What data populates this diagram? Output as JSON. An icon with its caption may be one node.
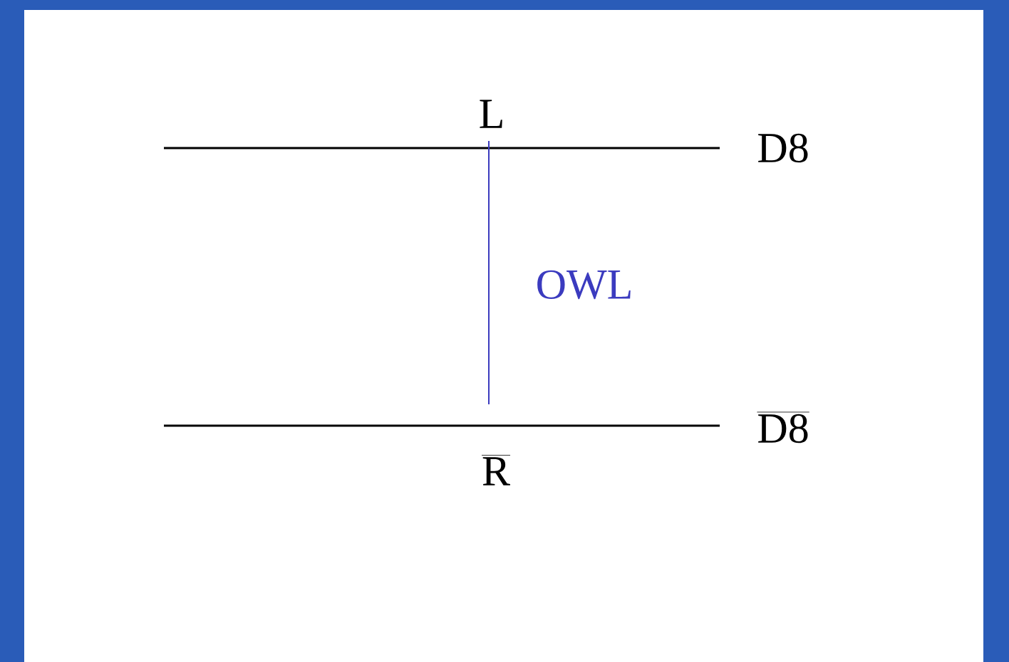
{
  "diagram": {
    "nodes": [
      {
        "text": [
          "L"
        ]
      },
      {
        "text": [
          "\\overline{\\mathrm{R}}"
        ]
      }
    ],
    "edges": [
      {
        "from": 0,
        "to": 1,
        "arrow": "none",
        "label": "OWL",
        "color": "#3b3bbf"
      }
    ],
    "labels": [
      "D8",
      "\\overline{\\mathrm{D8}}"
    ]
  }
}
